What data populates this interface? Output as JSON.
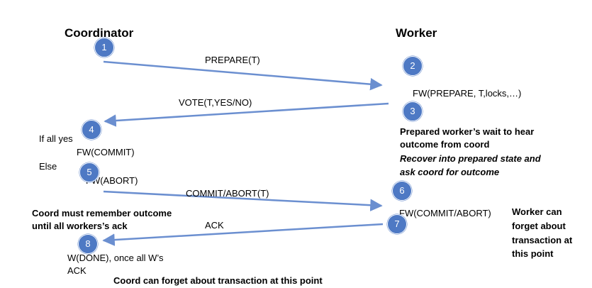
{
  "headers": {
    "coordinator": "Coordinator",
    "worker": "Worker"
  },
  "steps": [
    "1",
    "2",
    "3",
    "4",
    "5",
    "6",
    "7",
    "8"
  ],
  "messages": {
    "prepare": "PREPARE(T)",
    "vote": "VOTE(T,YES/NO)",
    "commit_abort": "COMMIT/ABORT(T)",
    "ack": "ACK"
  },
  "coordinator_notes": {
    "if_all_yes": "If all yes",
    "fw_commit": "FW(COMMIT)",
    "else": "Else",
    "fw_abort": "FW(ABORT)",
    "remember_line1": "Coord must remember outcome",
    "remember_line2": "until all workers’s ack",
    "done_line1": "W(DONE), once all W’s",
    "done_line2": "ACK",
    "forget": "Coord can forget about transaction at this point"
  },
  "worker_notes": {
    "fw_prepare": "FW(PREPARE, T,locks,…)",
    "wait_line1": "Prepared worker’s wait to hear",
    "wait_line2": "outcome from coord",
    "recover_line1": "Recover into prepared state and",
    "recover_line2": "ask coord for outcome",
    "fw_commit_abort": "FW(COMMIT/ABORT)",
    "forget_line1": "Worker can",
    "forget_line2": "forget about",
    "forget_line3": "transaction at",
    "forget_line4": "this point"
  },
  "colors": {
    "arrow": "#6b8fd0",
    "circle": "#4e79c4"
  }
}
